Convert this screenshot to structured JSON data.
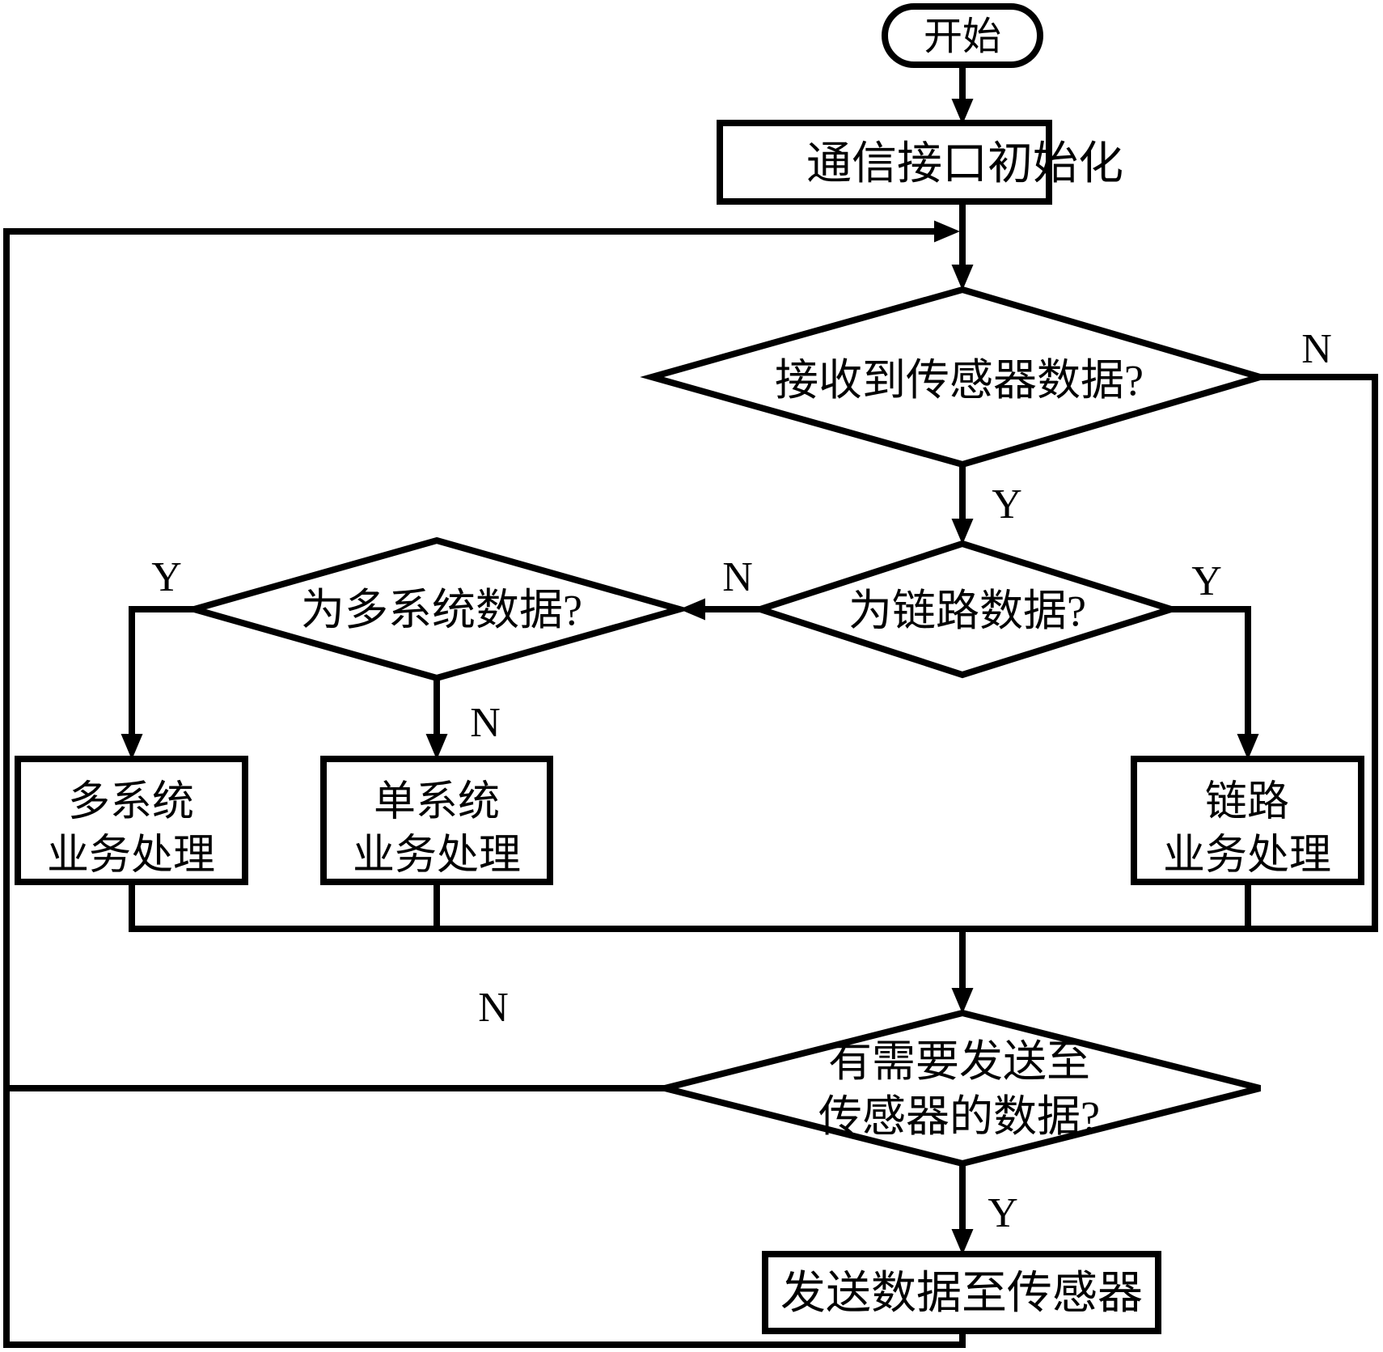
{
  "diagram": {
    "type": "flowchart",
    "colors": {
      "stroke": "#000000",
      "background": "#ffffff"
    },
    "nodes": {
      "start": {
        "type": "terminator",
        "label": "开始"
      },
      "init": {
        "type": "process",
        "label": "通信接口初始化"
      },
      "recv_decision": {
        "type": "decision",
        "label": "接收到传感器数据?"
      },
      "link_decision": {
        "type": "decision",
        "label": "为链路数据?"
      },
      "multi_decision": {
        "type": "decision",
        "label": "为多系统数据?"
      },
      "multi_process": {
        "type": "process",
        "lines": [
          "多系统",
          "业务处理"
        ]
      },
      "single_process": {
        "type": "process",
        "lines": [
          "单系统",
          "业务处理"
        ]
      },
      "link_process": {
        "type": "process",
        "lines": [
          "链路",
          "业务处理"
        ]
      },
      "send_decision": {
        "type": "decision",
        "lines": [
          "有需要发送至",
          "传感器的数据?"
        ]
      },
      "send_process": {
        "type": "process",
        "label": "发送数据至传感器"
      }
    },
    "branch_labels": {
      "recv_no": "N",
      "recv_yes": "Y",
      "link_yes": "Y",
      "link_no": "N",
      "multi_yes": "Y",
      "multi_no": "N",
      "send_no": "N",
      "send_yes": "Y"
    }
  }
}
